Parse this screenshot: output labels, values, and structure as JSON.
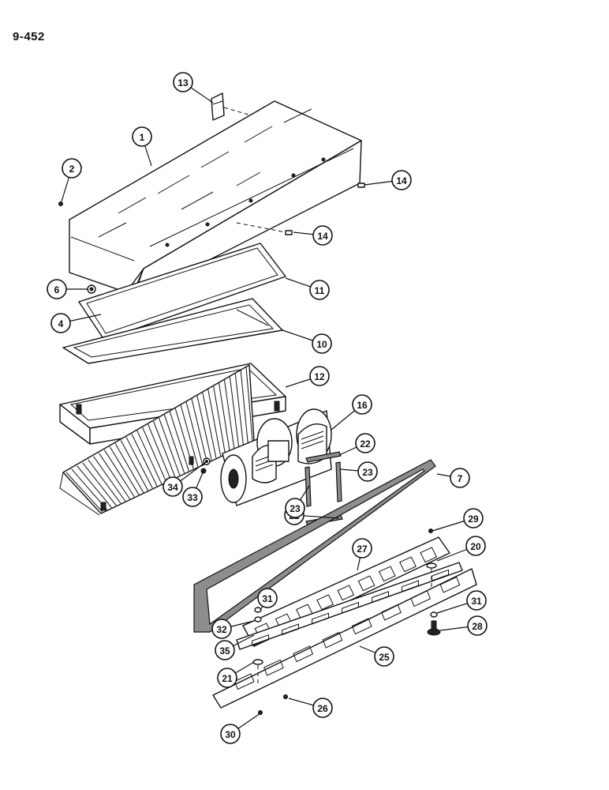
{
  "page_id": "9-452",
  "callouts": [
    "1",
    "2",
    "4",
    "6",
    "7",
    "10",
    "11",
    "12",
    "13",
    "14",
    "14",
    "16",
    "20",
    "21",
    "22",
    "22",
    "23",
    "23",
    "25",
    "26",
    "27",
    "28",
    "29",
    "30",
    "31",
    "31",
    "32",
    "33",
    "34",
    "35"
  ]
}
